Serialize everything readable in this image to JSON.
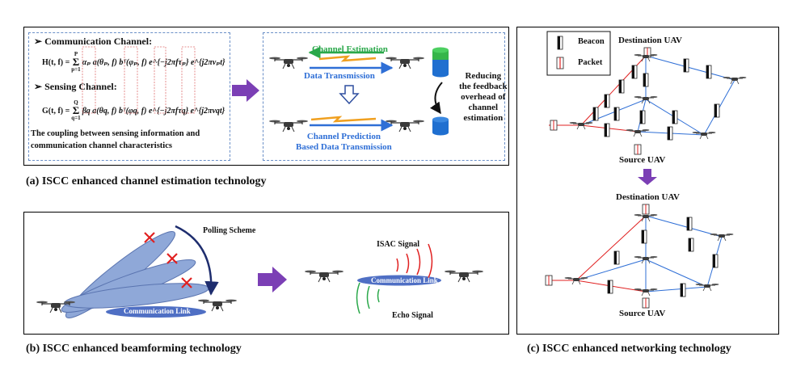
{
  "captions": {
    "a": "(a) ISCC enhanced channel estimation technology",
    "b": "(b) ISCC enhanced beamforming technology",
    "c": "(c) ISCC enhanced networking technology"
  },
  "panel_a": {
    "comm_channel_label": "Communication Channel:",
    "sensing_channel_label": "Sensing Channel:",
    "comm_formula": "H(t, f) = Σ αₚ a(θₚ, f) bᵀ(φₚ, f) e^{−j2πfτₚ} e^{j2πvₚt}",
    "comm_formula_lhs": "H(t, f) =",
    "comm_formula_sum_top": "P",
    "comm_formula_sum_bottom": "p=1",
    "comm_formula_rhs": "αₚ a(θₚ, f) bᵀ(φₚ, f) e^{−j2πfτₚ} e^{j2πvₚt}",
    "sensing_formula_lhs": "G(t, f) =",
    "sensing_formula_sum_top": "Q",
    "sensing_formula_sum_bottom": "q=1",
    "sensing_formula_rhs": "βq a(θq, f) bᵀ(φq, f) e^{−j2πfτq} e^{j2πvqt}",
    "coupling_text_line1": "The coupling between sensing information and",
    "coupling_text_line2": "communication channel characteristics",
    "channel_estimation": "Channel Estimation",
    "data_transmission": "Data Transmission",
    "channel_prediction_line1": "Channel Prediction",
    "channel_prediction_line2": "Based Data Transmission",
    "reducing_line1": "Reducing",
    "reducing_line2": "the feedback",
    "reducing_line3": "overhead of",
    "reducing_line4": "channel",
    "reducing_line5": "estimation"
  },
  "panel_b": {
    "polling_scheme": "Polling Scheme",
    "communication_link_left": "Communication Link",
    "isac_signal": "ISAC Signal",
    "communication_link_right": "Communication Link",
    "echo_signal": "Echo Signal"
  },
  "panel_c": {
    "legend_beacon": "Beacon",
    "legend_packet": "Packet",
    "destination_top": "Destination UAV",
    "source_top": "Source UAV",
    "destination_bottom": "Destination UAV",
    "source_bottom": "Source UAV"
  },
  "colors": {
    "green_arrow": "#2aa84a",
    "blue_arrow": "#2f6fd6",
    "orange_arrow": "#f0a020",
    "purple_arrow": "#7b3fb5",
    "beam_blue": "#8fa8d8",
    "link_blue": "#4f6fc4",
    "red": "#e02020",
    "dark_navy": "#1e2d6e"
  }
}
